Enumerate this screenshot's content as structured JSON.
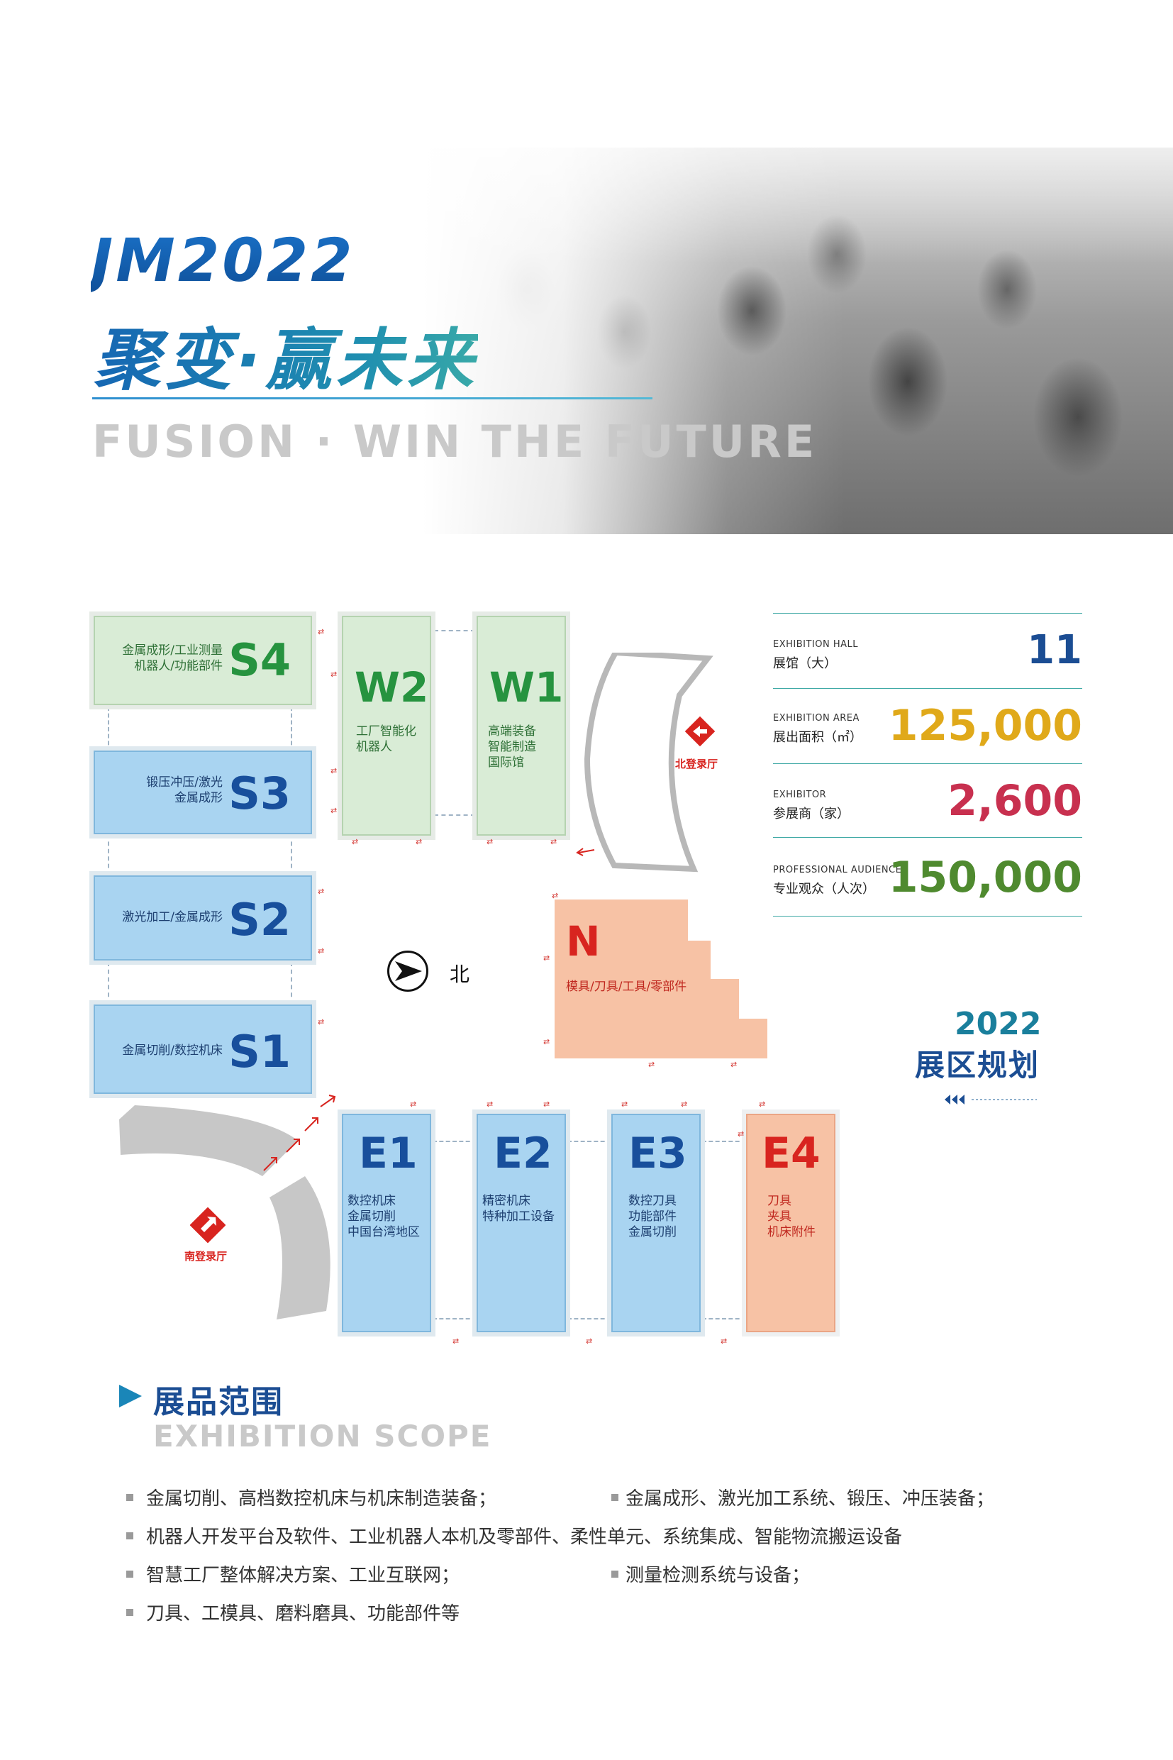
{
  "hero": {
    "title_main": "JM2022",
    "title_cn": "聚变·赢未来",
    "title_en": "FUSION · WIN THE FUTURE"
  },
  "halls": {
    "S4": {
      "code": "S4",
      "lines": [
        "金属成形/工业测量",
        "机器人/功能部件"
      ]
    },
    "S3": {
      "code": "S3",
      "lines": [
        "锻压冲压/激光",
        "金属成形"
      ]
    },
    "S2": {
      "code": "S2",
      "lines": [
        "激光加工/金属成形"
      ]
    },
    "S1": {
      "code": "S1",
      "lines": [
        "金属切削/数控机床"
      ]
    },
    "W2": {
      "code": "W2",
      "lines": [
        "工厂智能化",
        "机器人"
      ]
    },
    "W1": {
      "code": "W1",
      "lines": [
        "高端装备",
        "智能制造",
        "国际馆"
      ]
    },
    "N": {
      "code": "N",
      "lines": [
        "模具/刀具/工具/零部件"
      ]
    },
    "E1": {
      "code": "E1",
      "lines": [
        "数控机床",
        "金属切削",
        "中国台湾地区"
      ]
    },
    "E2": {
      "code": "E2",
      "lines": [
        "精密机床",
        "特种加工设备"
      ]
    },
    "E3": {
      "code": "E3",
      "lines": [
        "数控刀具",
        "功能部件",
        "金属切削"
      ]
    },
    "E4": {
      "code": "E4",
      "lines": [
        "刀具",
        "夹具",
        "机床附件"
      ]
    }
  },
  "map": {
    "north_label": "北",
    "north_hall_label": "北登录厅",
    "south_hall_label": "南登录厅",
    "arrow_symbol": "⇄",
    "colors": {
      "blue_hall": "#a9d4f1",
      "green_hall": "#d9ecd6",
      "salmon_hall": "#f7c2a5",
      "entrance_red": "#d8241f"
    }
  },
  "stats": [
    {
      "en": "EXHIBITION HALL",
      "cn": "展馆（大）",
      "value": "11",
      "color": "#1b4d93"
    },
    {
      "en": "EXHIBITION AREA",
      "cn": "展出面积（㎡）",
      "value": "125,000",
      "color": "#e0a91a"
    },
    {
      "en": "EXHIBITOR",
      "cn": "参展商（家）",
      "value": "2,600",
      "color": "#c8304f"
    },
    {
      "en": "PROFESSIONAL AUDIENCE",
      "cn": "专业观众（人次）",
      "value": "150,000",
      "color": "#4f8a2f"
    }
  ],
  "plan": {
    "year": "2022",
    "title": "展区规划"
  },
  "scope": {
    "title_cn": "展品范围",
    "title_en": "EXHIBITION SCOPE",
    "items": [
      "金属切削、高档数控机床与机床制造装备；",
      "金属成形、激光加工系统、锻压、冲压装备；",
      "机器人开发平台及软件、工业机器人本机及零部件、柔性单元、系统集成、智能物流搬运设备",
      "智慧工厂整体解决方案、工业互联网；",
      "测量检测系统与设备；",
      "刀具、工模具、磨料磨具、功能部件等"
    ]
  }
}
